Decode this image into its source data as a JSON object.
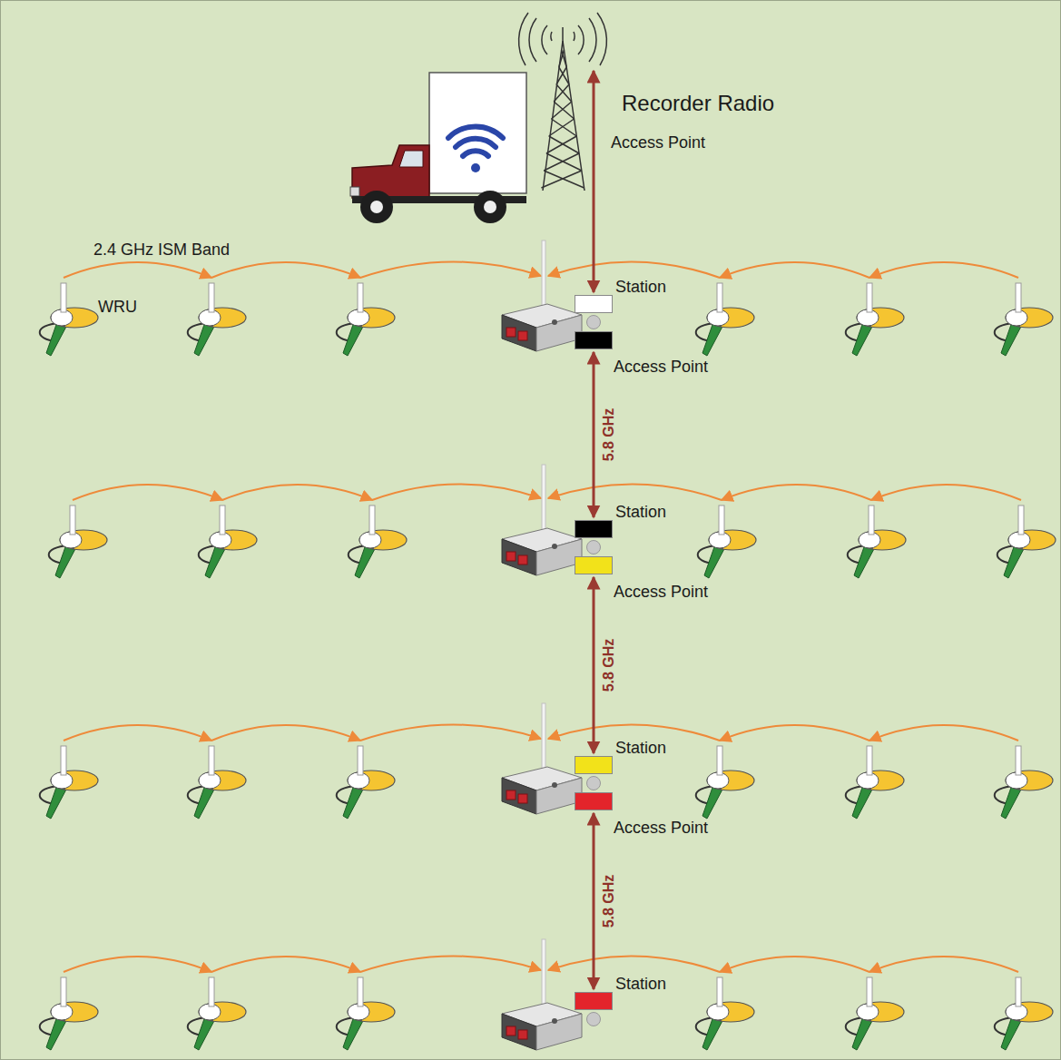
{
  "diagram": {
    "nodes": [
      {
        "text": [
          "Recorder Radio",
          "Access Point"
        ]
      },
      {
        "text": [
          "Station",
          "Access Point"
        ]
      },
      {
        "text": [
          "Station",
          "Access Point"
        ]
      },
      {
        "text": [
          "Station",
          "Access Point"
        ]
      },
      {
        "text": [
          "Station"
        ]
      }
    ],
    "edges": [
      {
        "from": 0,
        "to": 1,
        "arrow": "both"
      },
      {
        "from": 1,
        "to": 2,
        "arrow": "both",
        "label": "5.8 GHz"
      },
      {
        "from": 2,
        "to": 3,
        "arrow": "both",
        "label": "5.8 GHz"
      },
      {
        "from": 3,
        "to": 4,
        "arrow": "both",
        "label": "5.8 GHz"
      }
    ],
    "labels": [
      "2.4 GHz ISM Band",
      "WRU"
    ]
  }
}
